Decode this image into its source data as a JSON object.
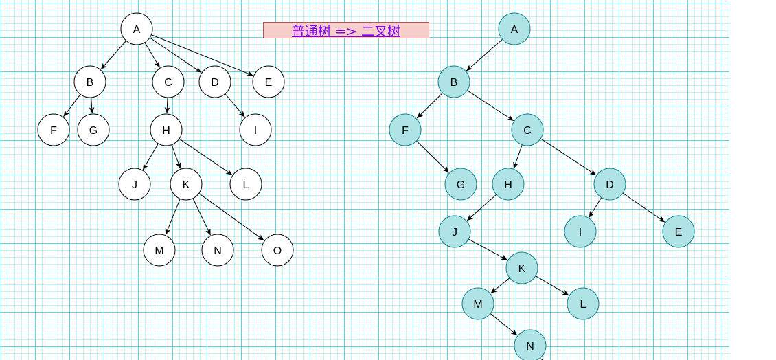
{
  "title": "普通树 => 二叉树",
  "colors": {
    "general_fill": "#ffffff",
    "general_stroke": "#000000",
    "binary_fill": "#b0e3e6",
    "binary_stroke": "#0e8088",
    "edge": "#000000",
    "title_fill": "#f8cecc",
    "title_stroke": "#b85450",
    "title_text": "#7f00ff"
  },
  "general_tree": {
    "nodes": [
      "A",
      "B",
      "C",
      "D",
      "E",
      "F",
      "G",
      "H",
      "I",
      "J",
      "K",
      "L",
      "M",
      "N",
      "O"
    ],
    "edges": [
      [
        "A",
        "B"
      ],
      [
        "A",
        "C"
      ],
      [
        "A",
        "D"
      ],
      [
        "A",
        "E"
      ],
      [
        "B",
        "F"
      ],
      [
        "B",
        "G"
      ],
      [
        "C",
        "H"
      ],
      [
        "D",
        "I"
      ],
      [
        "H",
        "J"
      ],
      [
        "H",
        "K"
      ],
      [
        "H",
        "L"
      ],
      [
        "K",
        "M"
      ],
      [
        "K",
        "N"
      ],
      [
        "K",
        "O"
      ]
    ]
  },
  "binary_tree": {
    "nodes": [
      "A",
      "B",
      "F",
      "C",
      "G",
      "H",
      "D",
      "J",
      "I",
      "E",
      "K",
      "M",
      "L",
      "N"
    ],
    "edges": [
      [
        "A",
        "B"
      ],
      [
        "B",
        "F"
      ],
      [
        "B",
        "C"
      ],
      [
        "F",
        "G"
      ],
      [
        "C",
        "H"
      ],
      [
        "C",
        "D"
      ],
      [
        "H",
        "J"
      ],
      [
        "D",
        "I"
      ],
      [
        "D",
        "E"
      ],
      [
        "J",
        "K"
      ],
      [
        "K",
        "M"
      ],
      [
        "K",
        "L"
      ],
      [
        "M",
        "N"
      ]
    ]
  }
}
